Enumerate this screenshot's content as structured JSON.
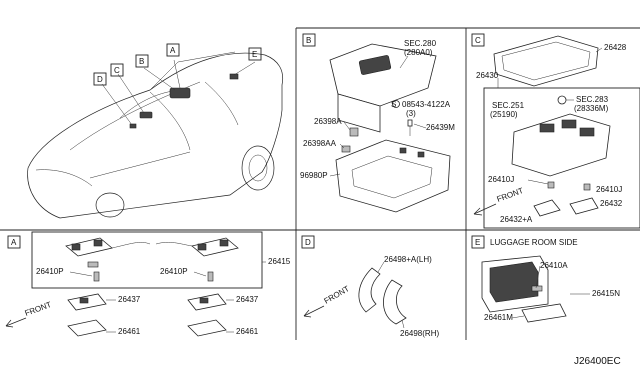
{
  "callouts": {
    "a": "A",
    "b": "B",
    "c": "C",
    "d": "D",
    "e": "E"
  },
  "sections": {
    "b": {
      "tag": "B",
      "sec_line1": "SEC.280",
      "sec_line2": "(280A0)",
      "screw": "08543-4122A",
      "screw_qty": "(3)",
      "p1": "26398A",
      "p2": "26398AA",
      "p3": "26439M",
      "p4": "96980P"
    },
    "c": {
      "tag": "C",
      "p1": "26428",
      "p2": "26430",
      "sec251_l1": "SEC.251",
      "sec251_l2": "(25190)",
      "sec283_l1": "SEC.283",
      "sec283_l2": "(28336M)",
      "p3": "26410J",
      "p4": "26410J",
      "p5": "26432+A",
      "p6": "26432",
      "front": "FRONT"
    },
    "a": {
      "tag": "A",
      "p1": "26415",
      "p2": "26410P",
      "p3": "26410P",
      "p4": "26437",
      "p5": "26437",
      "p6": "26461",
      "p7": "26461",
      "front": "FRONT"
    },
    "d": {
      "tag": "D",
      "p1": "26498+A(LH)",
      "p2": "26498(RH)",
      "front": "FRONT"
    },
    "e": {
      "tag": "E",
      "title": "LUGGAGE ROOM SIDE",
      "p1": "26410A",
      "p2": "26415N",
      "p3": "26461M"
    }
  },
  "diagram_code": "J26400EC"
}
